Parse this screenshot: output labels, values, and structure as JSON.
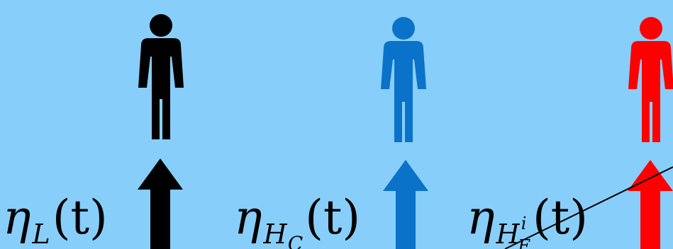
{
  "background": "#87cefa",
  "figures": [
    {
      "id": "L",
      "color": "#000000",
      "label": {
        "symbol": "η",
        "subscript": "L",
        "subsub": "",
        "subsup": "",
        "arg": "(t)"
      }
    },
    {
      "id": "H_C",
      "color": "#0a72c8",
      "label": {
        "symbol": "η",
        "subscript": "H",
        "subsub": "C",
        "subsup": "",
        "arg": "(t)"
      }
    },
    {
      "id": "H_F_i",
      "color": "#ff0000",
      "label": {
        "symbol": "η",
        "subscript": "H",
        "subsub": "F",
        "subsup": "i",
        "arg": "(t)"
      }
    }
  ]
}
